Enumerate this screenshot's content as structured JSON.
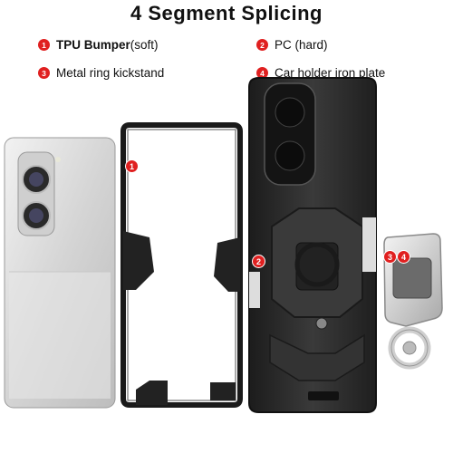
{
  "title": "4 Segment Splicing",
  "legend": [
    {
      "num": "1",
      "label": "TPU Bumper",
      "note": " (soft)"
    },
    {
      "num": "2",
      "label": "PC (hard)",
      "note": ""
    },
    {
      "num": "3",
      "label": "Metal ring kickstand",
      "note": ""
    },
    {
      "num": "4",
      "label": "Car holder iron plate",
      "note": ""
    }
  ],
  "markers": {
    "m1": "1",
    "m2": "2",
    "m3": "3",
    "m4": "4"
  },
  "colors": {
    "accent": "#e02020",
    "case": "#2b2b2b",
    "phone": "#d9d9d9"
  }
}
